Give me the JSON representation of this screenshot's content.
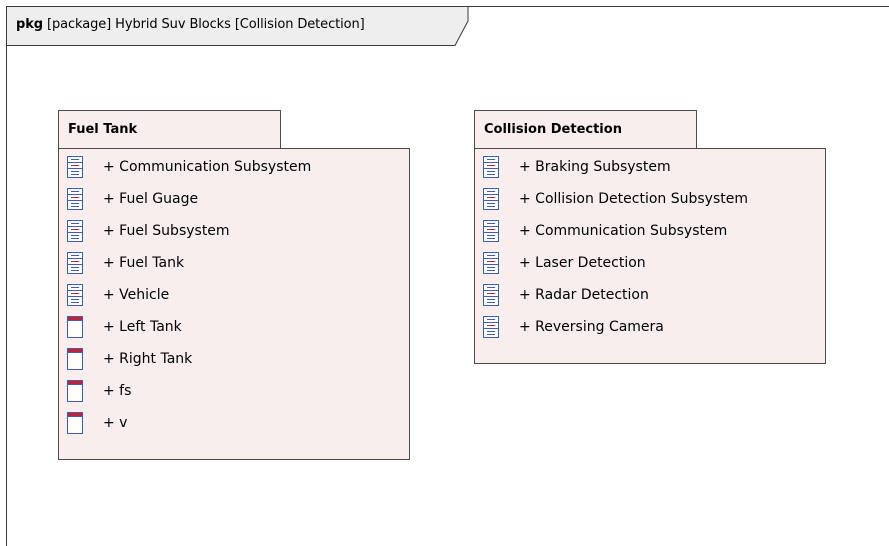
{
  "frame": {
    "keyword": "pkg",
    "title": "[package] Hybrid Suv Blocks [Collision Detection]"
  },
  "packages": [
    {
      "name": "Fuel Tank",
      "items": [
        {
          "label": "+ Communication Subsystem",
          "icon": "block-icon"
        },
        {
          "label": "+ Fuel Guage",
          "icon": "block-icon"
        },
        {
          "label": "+ Fuel Subsystem",
          "icon": "block-icon"
        },
        {
          "label": "+ Fuel Tank",
          "icon": "block-icon"
        },
        {
          "label": "+ Vehicle",
          "icon": "block-icon"
        },
        {
          "label": "+ Left Tank",
          "icon": "part-icon"
        },
        {
          "label": "+ Right Tank",
          "icon": "part-icon"
        },
        {
          "label": "+ fs",
          "icon": "part-icon"
        },
        {
          "label": "+ v",
          "icon": "part-icon"
        }
      ]
    },
    {
      "name": "Collision Detection",
      "items": [
        {
          "label": "+ Braking Subsystem",
          "icon": "block-icon"
        },
        {
          "label": "+ Collision Detection Subsystem",
          "icon": "block-icon"
        },
        {
          "label": "+ Communication Subsystem",
          "icon": "block-icon"
        },
        {
          "label": "+ Laser Detection",
          "icon": "block-icon"
        },
        {
          "label": "+ Radar Detection",
          "icon": "block-icon"
        },
        {
          "label": "+ Reversing Camera",
          "icon": "block-icon"
        }
      ]
    }
  ],
  "colors": {
    "package_fill": "#f8eeee",
    "frame_tab_fill": "#eeeeee",
    "icon_blue": "#3c5db8",
    "icon_red": "#c8202c"
  }
}
